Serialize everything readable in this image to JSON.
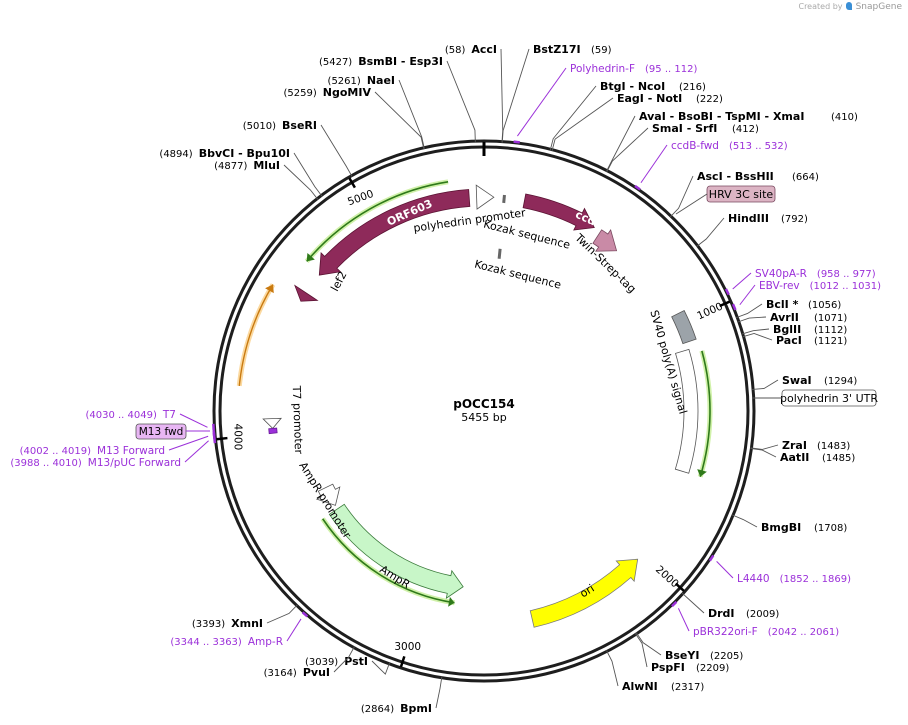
{
  "header": {
    "created_by": "Created by",
    "app_name": "SnapGene",
    "brand_color": "#3a8fd6"
  },
  "plasmid": {
    "name": "pOCC154",
    "length": "5455 bp",
    "length_bp": 5455
  },
  "colors": {
    "backbone": "#1e1e1e",
    "orf_maroon": "#8e2a5a",
    "ampr": "#c8f6c8",
    "ori": "#ffff00",
    "polyA": "#9ca3a9",
    "orange_feature": "#f0a830",
    "green_highlight": "#7ad042",
    "primer": "#9b30d9",
    "hrv_box": "#dcb4c4",
    "m13_box": "#e8b6f4"
  },
  "ticks": [
    {
      "bp": 1000,
      "label": "1000"
    },
    {
      "bp": 2000,
      "label": "2000"
    },
    {
      "bp": 3000,
      "label": "3000"
    },
    {
      "bp": 4000,
      "label": "4000"
    },
    {
      "bp": 5000,
      "label": "5000"
    }
  ],
  "restriction_sites": [
    {
      "bp": 58,
      "name": "AccI",
      "pos_text": "(58)",
      "side": "left"
    },
    {
      "bp": 59,
      "name": "BstZ17I",
      "pos_text": "(59)",
      "side": "right"
    },
    {
      "bp": 216,
      "name": "BtgI  - NcoI",
      "pos_text": "(216)",
      "side": "right"
    },
    {
      "bp": 222,
      "name": "EagI  - NotI",
      "pos_text": "(222)",
      "side": "right"
    },
    {
      "bp": 410,
      "name": "AvaI  - BsoBI  - TspMI  - XmaI",
      "pos_text": "(410)",
      "side": "right"
    },
    {
      "bp": 412,
      "name": "SmaI  - SrfI",
      "pos_text": "(412)",
      "side": "right"
    },
    {
      "bp": 664,
      "name": "AscI  - BssHII",
      "pos_text": "(664)",
      "side": "right"
    },
    {
      "bp": 792,
      "name": "HindIII",
      "pos_text": "(792)",
      "side": "right"
    },
    {
      "bp": 1056,
      "name": "BclI *",
      "pos_text": "(1056)",
      "side": "right"
    },
    {
      "bp": 1071,
      "name": "AvrII",
      "pos_text": "(1071)",
      "side": "right"
    },
    {
      "bp": 1112,
      "name": "BglII",
      "pos_text": "(1112)",
      "side": "right"
    },
    {
      "bp": 1121,
      "name": "PacI",
      "pos_text": "(1121)",
      "side": "right"
    },
    {
      "bp": 1294,
      "name": "SwaI",
      "pos_text": "(1294)",
      "side": "right"
    },
    {
      "bp": 1483,
      "name": "ZraI",
      "pos_text": "(1483)",
      "side": "right"
    },
    {
      "bp": 1485,
      "name": "AatII",
      "pos_text": "(1485)",
      "side": "right"
    },
    {
      "bp": 1708,
      "name": "BmgBI",
      "pos_text": "(1708)",
      "side": "right"
    },
    {
      "bp": 2009,
      "name": "DrdI",
      "pos_text": "(2009)",
      "side": "right"
    },
    {
      "bp": 2205,
      "name": "BseYI",
      "pos_text": "(2205)",
      "side": "right"
    },
    {
      "bp": 2209,
      "name": "PspFI",
      "pos_text": "(2209)",
      "side": "right"
    },
    {
      "bp": 2317,
      "name": "AlwNI",
      "pos_text": "(2317)",
      "side": "right"
    },
    {
      "bp": 2864,
      "name": "BpmI",
      "pos_text": "(2864)",
      "side": "left"
    },
    {
      "bp": 3039,
      "name": "PstI",
      "pos_text": "(3039)",
      "side": "left"
    },
    {
      "bp": 3164,
      "name": "PvuI",
      "pos_text": "(3164)",
      "side": "left"
    },
    {
      "bp": 3393,
      "name": "XmnI",
      "pos_text": "(3393)",
      "side": "left"
    },
    {
      "bp": 4877,
      "name": "MluI",
      "pos_text": "(4877)",
      "side": "left"
    },
    {
      "bp": 4894,
      "name": "BbvCI  - Bpu10I",
      "pos_text": "(4894)",
      "side": "left"
    },
    {
      "bp": 5010,
      "name": "BseRI",
      "pos_text": "(5010)",
      "side": "left"
    },
    {
      "bp": 5259,
      "name": "NgoMIV",
      "pos_text": "(5259)",
      "side": "left"
    },
    {
      "bp": 5261,
      "name": "NaeI",
      "pos_text": "(5261)",
      "side": "left"
    },
    {
      "bp": 5427,
      "name": "BsmBI  - Esp3I",
      "pos_text": "(5427)",
      "side": "left"
    }
  ],
  "primers": [
    {
      "name": "Polyhedrin-F",
      "range": "(95 .. 112)",
      "bp": 95
    },
    {
      "name": "ccdB-fwd",
      "range": "(513 .. 532)",
      "bp": 513
    },
    {
      "name": "SV40pA-R",
      "range": "(958 .. 977)",
      "bp": 958
    },
    {
      "name": "EBV-rev",
      "range": "(1012 .. 1031)",
      "bp": 1012
    },
    {
      "name": "L4440",
      "range": "(1852 .. 1869)",
      "bp": 1852
    },
    {
      "name": "pBR322ori-F",
      "range": "(2042 .. 2061)",
      "bp": 2042
    },
    {
      "name": "Amp-R",
      "range": "(3344 .. 3363)",
      "bp": 3344
    },
    {
      "name": "M13/pUC Forward",
      "range": "(3988 .. 4010)",
      "bp": 3988
    },
    {
      "name": "M13 Forward",
      "range": "(4002 .. 4019)",
      "bp": 4002
    },
    {
      "name": "M13 fwd",
      "range": "",
      "bp": 4010
    },
    {
      "name": "T7",
      "range": "(4030 .. 4049)",
      "bp": 4030
    }
  ],
  "boxed_features": {
    "hrv": "HRV 3C site",
    "utr": "polyhedrin 3' UTR",
    "m13": "M13 fwd"
  },
  "features": [
    {
      "name": "ORF603",
      "strand": "reverse",
      "start": 4680,
      "end": 5340
    },
    {
      "name": "lef2",
      "strand": "reverse",
      "start": 4540,
      "end": 4600
    },
    {
      "name": "polyhedrin promoter",
      "strand": "forward",
      "start": 5420,
      "end": 40
    },
    {
      "name": "Kozak sequence",
      "strand": "none",
      "start": 85,
      "end": 95
    },
    {
      "name": "ccdB",
      "strand": "forward",
      "start": 155,
      "end": 480
    },
    {
      "name": "Twin-Strep-tag",
      "strand": "forward",
      "start": 500,
      "end": 590
    },
    {
      "name": "SV40 poly(A) signal",
      "strand": "none",
      "start": 980,
      "end": 1100
    },
    {
      "name": "ori",
      "strand": "reverse",
      "start": 1980,
      "end": 2570
    },
    {
      "name": "AmpR",
      "strand": "reverse",
      "start": 2780,
      "end": 3570
    },
    {
      "name": "AmpR promoter",
      "strand": "reverse",
      "start": 3600,
      "end": 3710
    },
    {
      "name": "T7 promoter",
      "strand": "reverse",
      "start": 4040,
      "end": 4060
    }
  ],
  "labels": {
    "orf603": "ORF603",
    "lef2": "lef2",
    "polyhedrin_promoter": "polyhedrin promoter",
    "kozak_1": "Kozak sequence",
    "kozak_2": "Kozak sequence",
    "ccdb": "ccdB",
    "twin_strep": "Twin-Strep-tag",
    "sv40": "SV40 poly(A) signal",
    "ori": "ori",
    "ampr": "AmpR",
    "ampr_promoter": "AmpR promoter",
    "t7_promoter": "T7 promoter"
  }
}
